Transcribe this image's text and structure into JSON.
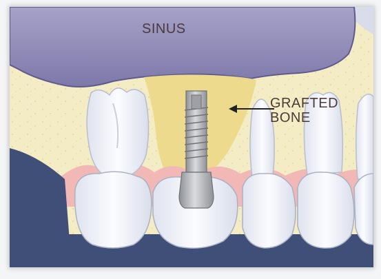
{
  "labels": {
    "sinus": "SINUS",
    "grafted_line1": "GRAFTED",
    "grafted_line2": "BONE"
  },
  "colors": {
    "background_frame": "#f4f5f6",
    "sinus": "#8c86b4",
    "bone": "#f3ecc4",
    "grafted_bone": "#ecd98a",
    "gum": "#f2b8b6",
    "tooth": "#f3f5fb",
    "implant": "#b7b9bd",
    "shadow_blue": "#3f4f78"
  },
  "icons": {
    "arrow": "left-arrow-icon"
  }
}
